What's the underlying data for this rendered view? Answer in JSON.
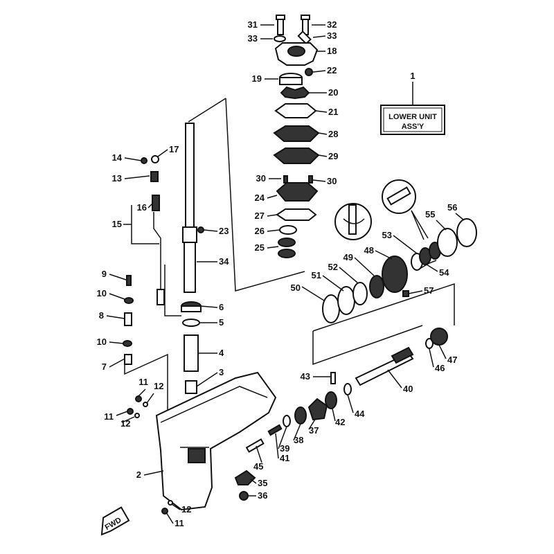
{
  "title_box": {
    "ref": "1",
    "line1": "LOWER UNIT",
    "line2": "ASS'Y"
  },
  "fwd_label": "FWD",
  "callouts": [
    "31",
    "32",
    "33",
    "33",
    "18",
    "22",
    "19",
    "20",
    "21",
    "28",
    "29",
    "30",
    "30",
    "24",
    "27",
    "26",
    "25",
    "23",
    "34",
    "14",
    "17",
    "13",
    "16",
    "15",
    "9",
    "10",
    "8",
    "10",
    "7",
    "6",
    "5",
    "4",
    "3",
    "11",
    "12",
    "11",
    "12",
    "2",
    "12",
    "11",
    "35",
    "36",
    "45",
    "41",
    "39",
    "38",
    "37",
    "42",
    "44",
    "43",
    "40",
    "46",
    "47",
    "50",
    "51",
    "52",
    "49",
    "48",
    "53",
    "54",
    "55",
    "56",
    "57"
  ]
}
